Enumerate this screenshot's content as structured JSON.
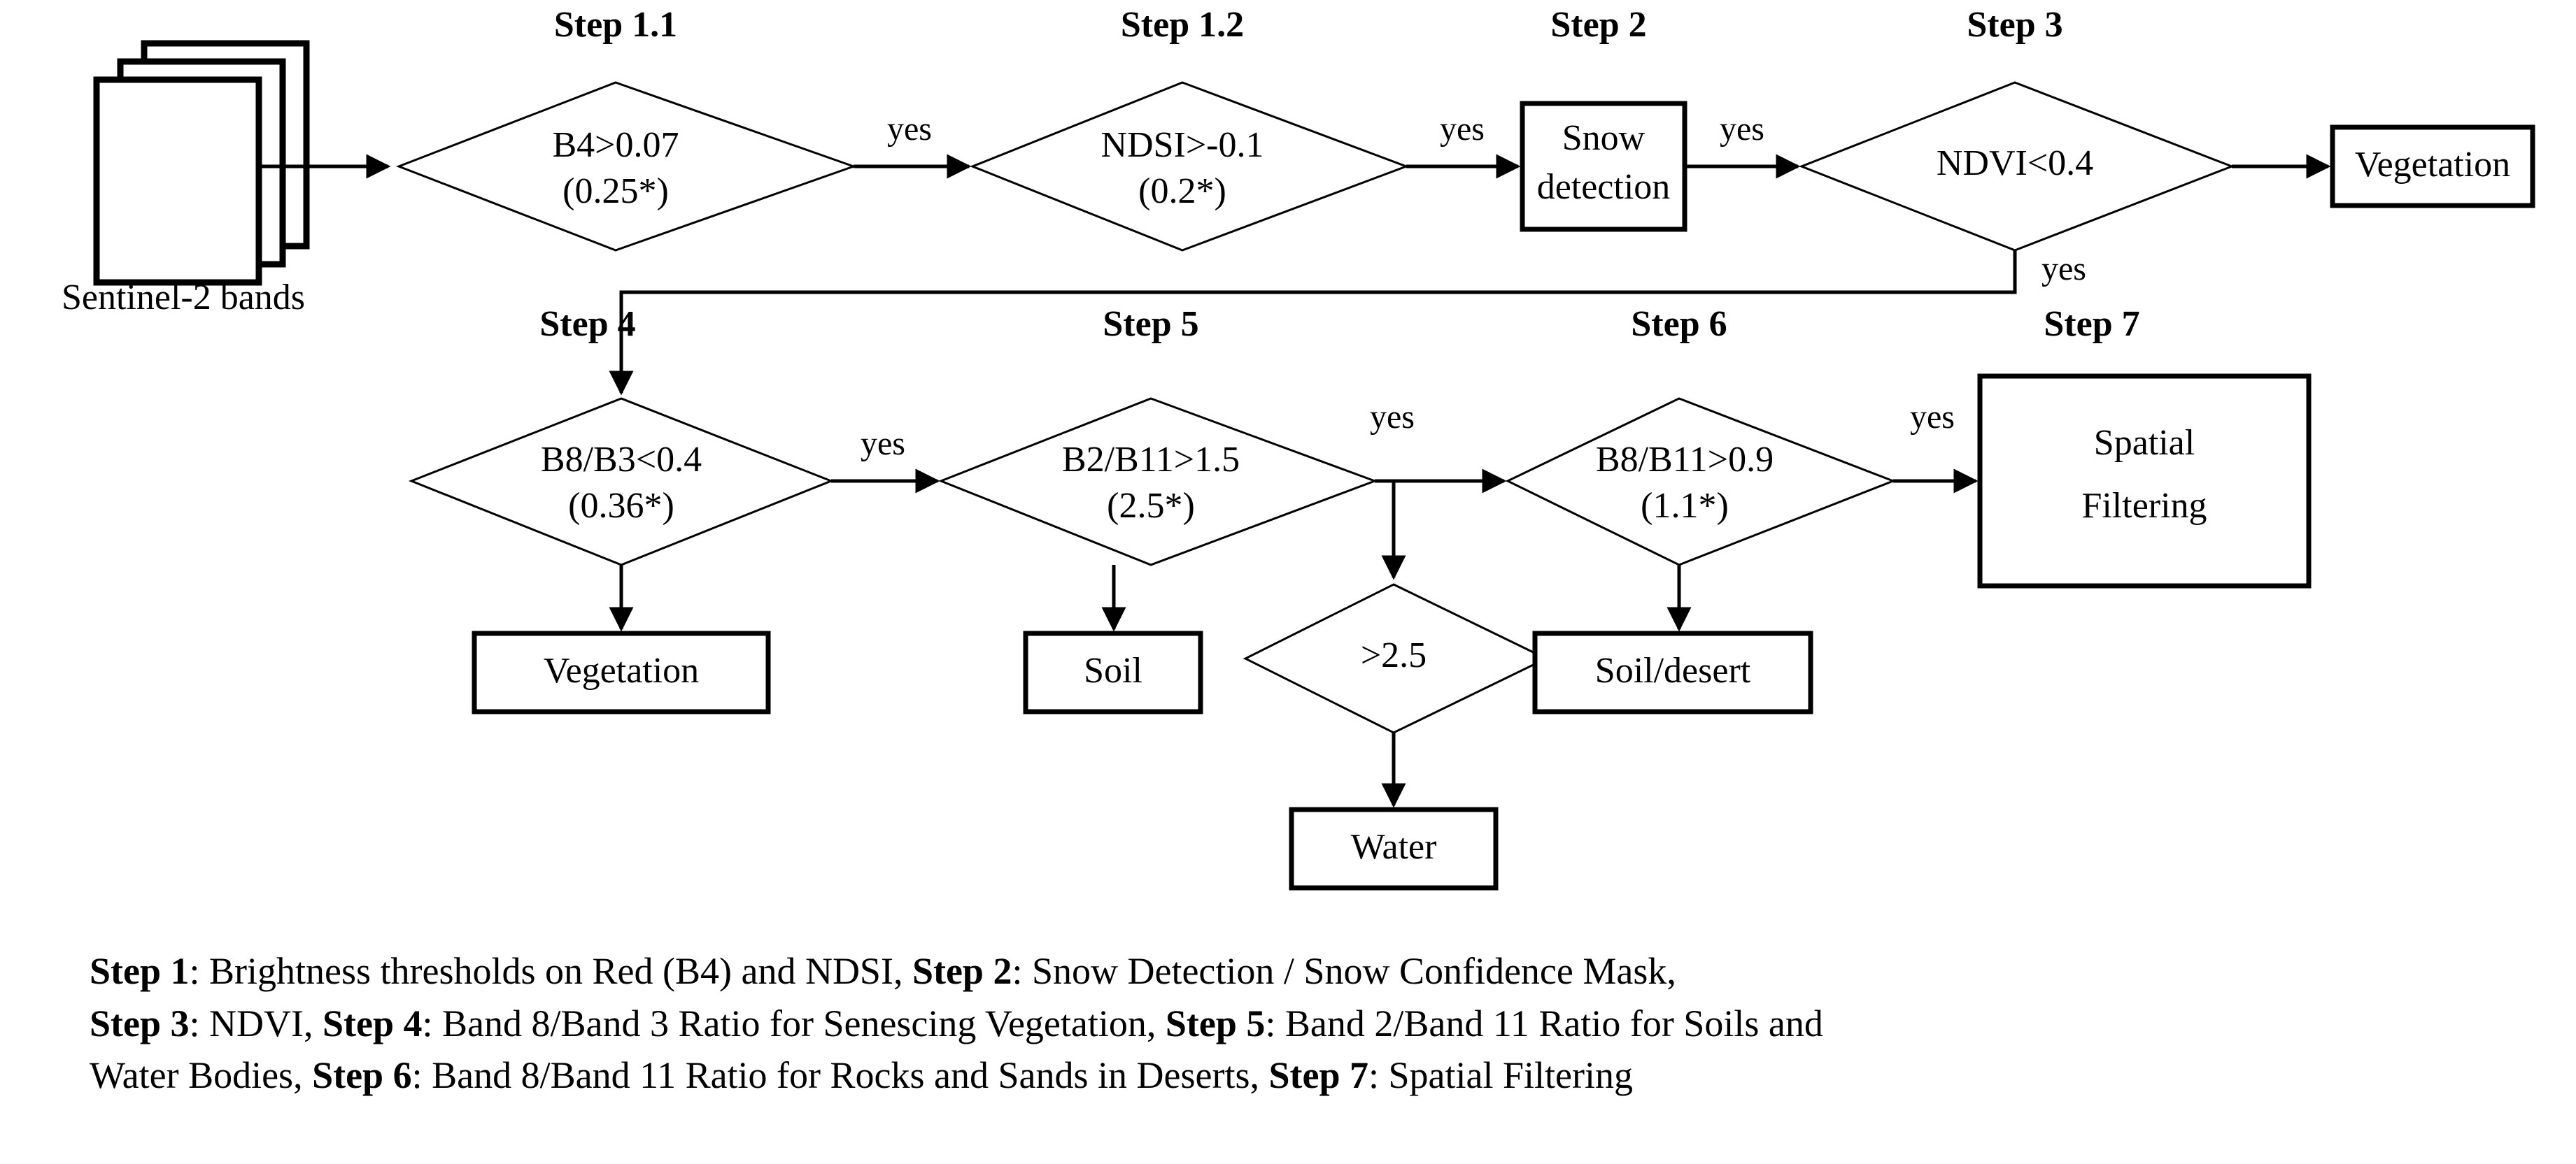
{
  "diagram": {
    "source": {
      "label": "Sentinel-2 bands",
      "icon": "stacked-layers-icon"
    },
    "step_labels": {
      "s11": "Step 1.1",
      "s12": "Step 1.2",
      "s2": "Step 2",
      "s3": "Step 3",
      "s4": "Step 4",
      "s5": "Step 5",
      "s6": "Step 6",
      "s7": "Step 7"
    },
    "nodes": {
      "step11_line1": "B4>0.07",
      "step11_line2": "(0.25*)",
      "step12_line1": "NDSI>-0.1",
      "step12_line2": "(0.2*)",
      "step2_line1": "Snow",
      "step2_line2": "detection",
      "step3_line1": "NDVI<0.4",
      "vegetation_top": "Vegetation",
      "step4_line1": "B8/B3<0.4",
      "step4_line2": "(0.36*)",
      "step5_line1": "B2/B11>1.5",
      "step5_line2": "(2.5*)",
      "step6_line1": "B8/B11>0.9",
      "step6_line2": "(1.1*)",
      "step7_line1": "Spatial",
      "step7_line2": "Filtering",
      "vegetation_bottom": "Vegetation",
      "soil": "Soil",
      "water_test": ">2.5",
      "water": "Water",
      "soil_desert": "Soil/desert"
    },
    "edge_labels": {
      "e1": "yes",
      "e2": "yes",
      "e3": "yes",
      "e4": "yes",
      "e5": "yes",
      "e6": "yes",
      "e7": "yes"
    }
  },
  "caption": {
    "line1_a": "Step 1",
    "line1_b": ": Brightness thresholds on Red (B4) and NDSI, ",
    "line1_c": "Step 2",
    "line1_d": ": Snow Detection / Snow Confidence Mask,",
    "line2_a": "Step 3",
    "line2_b": ": NDVI, ",
    "line2_c": "Step 4",
    "line2_d": ": Band 8/Band 3 Ratio for Senescing Vegetation, ",
    "line2_e": "Step 5",
    "line2_f": ": Band 2/Band 11 Ratio for Soils and",
    "line3_a": "Water Bodies, ",
    "line3_b": "Step 6",
    "line3_c": ": Band 8/Band 11 Ratio for Rocks and Sands in Deserts, ",
    "line3_d": "Step 7",
    "line3_e": ": Spatial Filtering"
  },
  "colors": {
    "stroke": "#000000",
    "background": "#ffffff"
  }
}
